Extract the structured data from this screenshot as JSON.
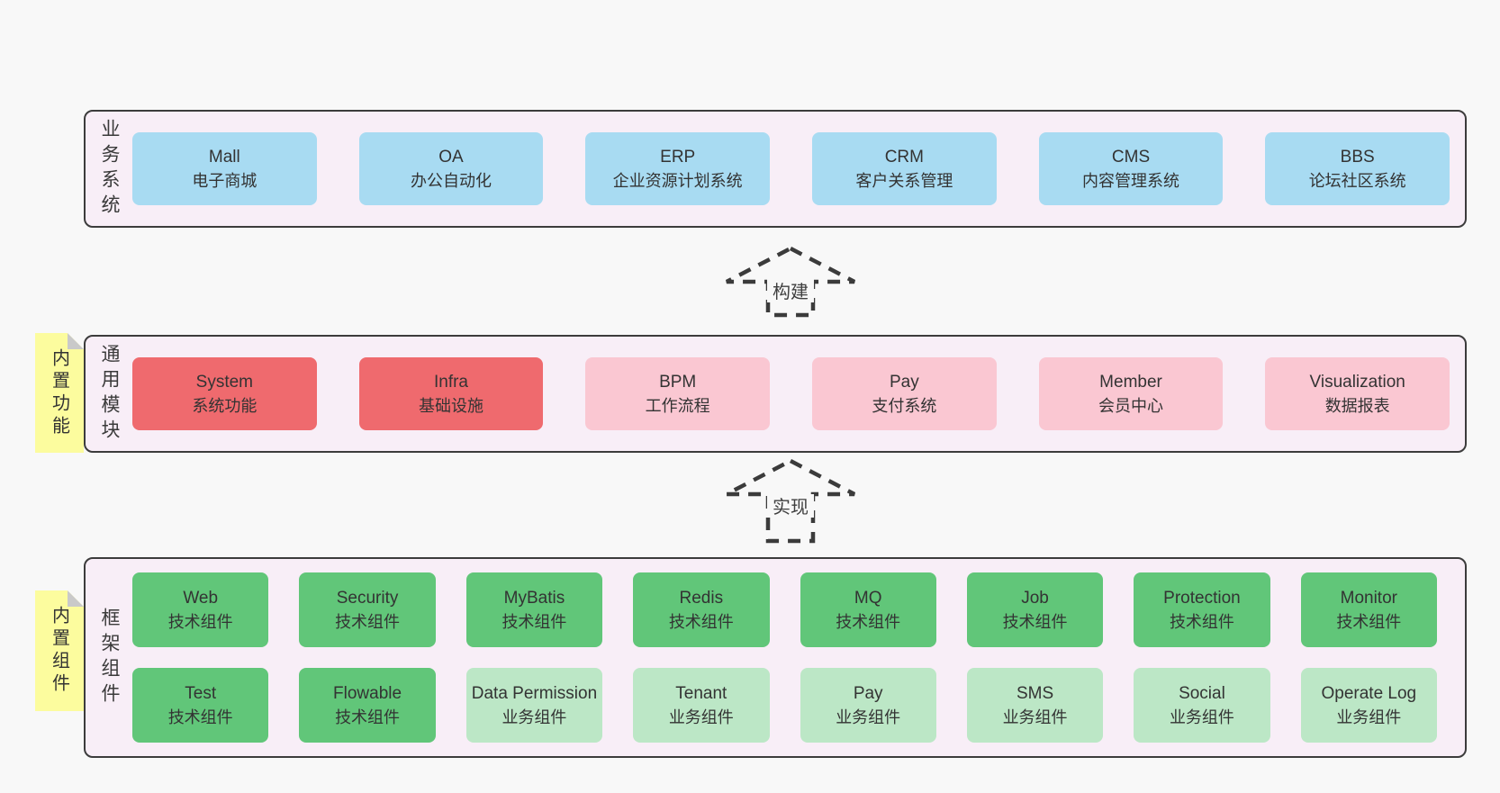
{
  "colors": {
    "page_bg": "#f8f8f8",
    "layer_bg": "#f8eef7",
    "layer_border": "#3c3c3c",
    "blue": "#a8dbf2",
    "red": "#ef6a6e",
    "pink": "#fac7d2",
    "green": "#61c679",
    "lightgreen": "#bce7c6",
    "sticky_yellow": "#fcfc9e",
    "sticky_fold": "#c9c9c9",
    "text": "#333333"
  },
  "arrows": [
    {
      "label": "构建"
    },
    {
      "label": "实现"
    }
  ],
  "layers": [
    {
      "id": "business-systems",
      "label": "业务系统",
      "sticky": null,
      "boxes": [
        {
          "name": "Mall",
          "sub": "电子商城",
          "color": "blue"
        },
        {
          "name": "OA",
          "sub": "办公自动化",
          "color": "blue"
        },
        {
          "name": "ERP",
          "sub": "企业资源计划系统",
          "color": "blue"
        },
        {
          "name": "CRM",
          "sub": "客户关系管理",
          "color": "blue"
        },
        {
          "name": "CMS",
          "sub": "内容管理系统",
          "color": "blue"
        },
        {
          "name": "BBS",
          "sub": "论坛社区系统",
          "color": "blue"
        }
      ]
    },
    {
      "id": "common-modules",
      "label": "通用模块",
      "sticky": "内置功能",
      "boxes": [
        {
          "name": "System",
          "sub": "系统功能",
          "color": "red"
        },
        {
          "name": "Infra",
          "sub": "基础设施",
          "color": "red"
        },
        {
          "name": "BPM",
          "sub": "工作流程",
          "color": "pink"
        },
        {
          "name": "Pay",
          "sub": "支付系统",
          "color": "pink"
        },
        {
          "name": "Member",
          "sub": "会员中心",
          "color": "pink"
        },
        {
          "name": "Visualization",
          "sub": "数据报表",
          "color": "pink"
        }
      ]
    },
    {
      "id": "framework-components",
      "label": "框架组件",
      "sticky": "内置组件",
      "boxes": [
        {
          "name": "Web",
          "sub": "技术组件",
          "color": "green"
        },
        {
          "name": "Security",
          "sub": "技术组件",
          "color": "green"
        },
        {
          "name": "MyBatis",
          "sub": "技术组件",
          "color": "green"
        },
        {
          "name": "Redis",
          "sub": "技术组件",
          "color": "green"
        },
        {
          "name": "MQ",
          "sub": "技术组件",
          "color": "green"
        },
        {
          "name": "Job",
          "sub": "技术组件",
          "color": "green"
        },
        {
          "name": "Protection",
          "sub": "技术组件",
          "color": "green"
        },
        {
          "name": "Monitor",
          "sub": "技术组件",
          "color": "green"
        },
        {
          "name": "Test",
          "sub": "技术组件",
          "color": "green"
        },
        {
          "name": "Flowable",
          "sub": "技术组件",
          "color": "green"
        },
        {
          "name": "Data Permission",
          "sub": "业务组件",
          "color": "lightgreen"
        },
        {
          "name": "Tenant",
          "sub": "业务组件",
          "color": "lightgreen"
        },
        {
          "name": "Pay",
          "sub": "业务组件",
          "color": "lightgreen"
        },
        {
          "name": "SMS",
          "sub": "业务组件",
          "color": "lightgreen"
        },
        {
          "name": "Social",
          "sub": "业务组件",
          "color": "lightgreen"
        },
        {
          "name": "Operate Log",
          "sub": "业务组件",
          "color": "lightgreen"
        }
      ]
    }
  ]
}
